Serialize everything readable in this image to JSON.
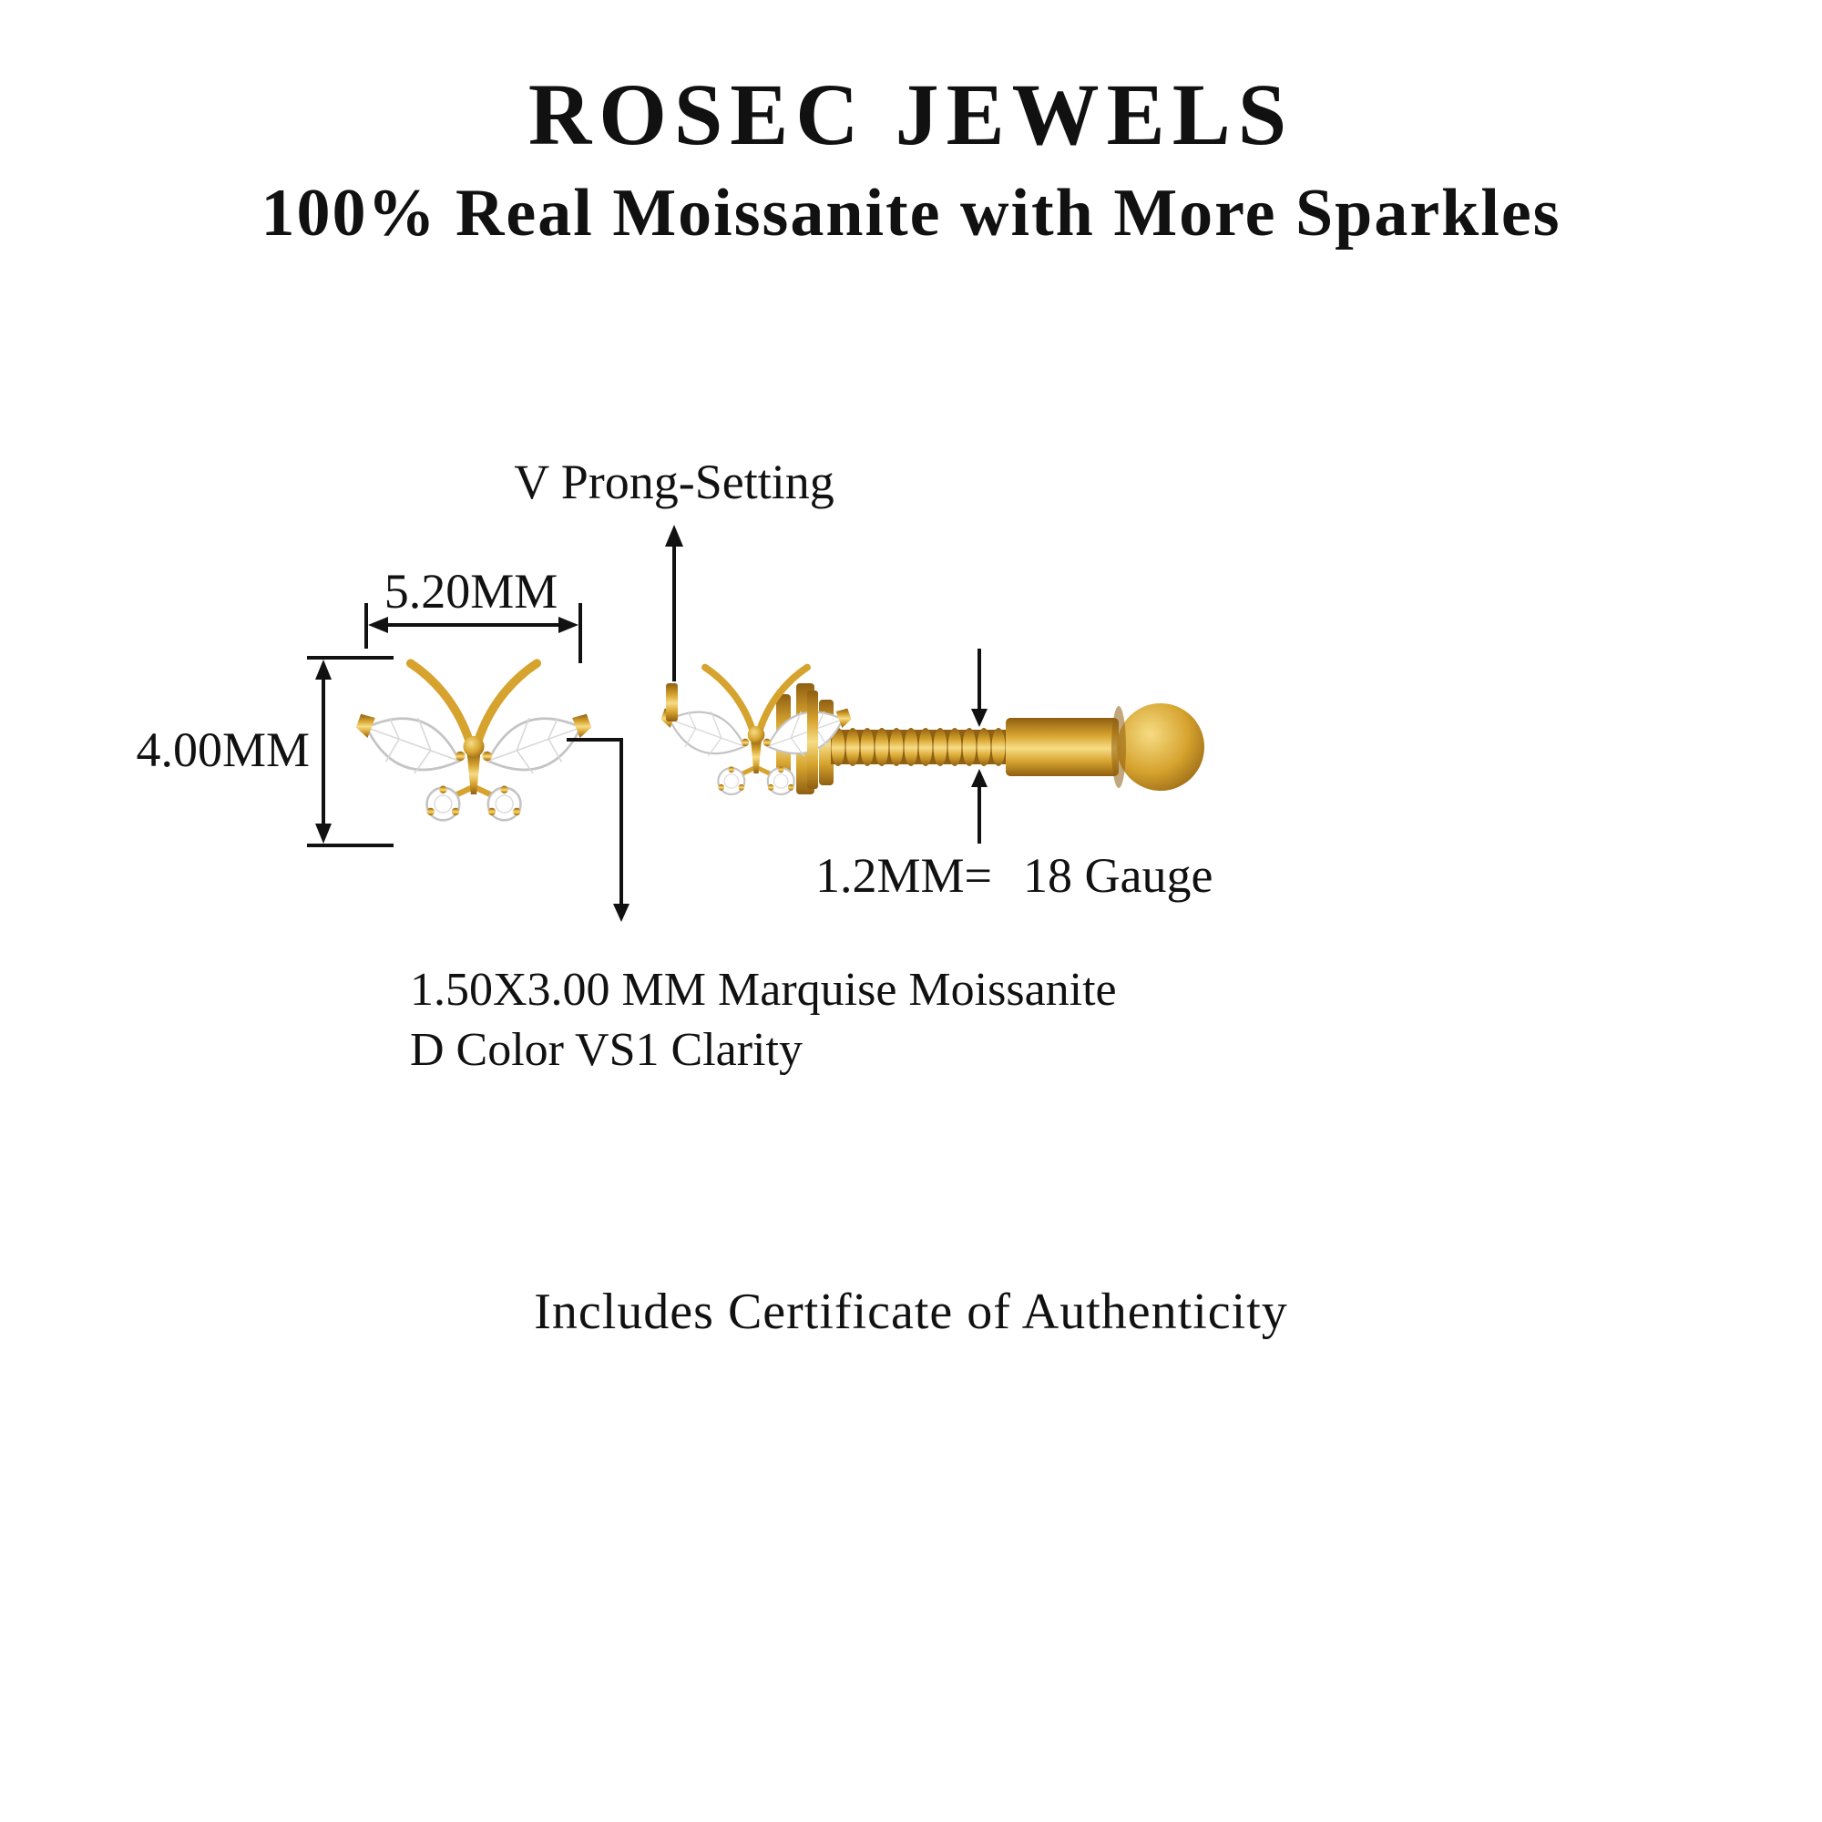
{
  "header": {
    "brand": "ROSEC JEWELS",
    "tagline": "100% Real Moissanite with More Sparkles"
  },
  "diagram": {
    "prong_label": "V Prong-Setting",
    "width_dimension": "5.20MM",
    "height_dimension": "4.00MM",
    "gauge_prefix": "1.2MM=",
    "gauge_value": "18 Gauge",
    "stone_spec_line1": "1.50X3.00 MM Marquise Moissanite",
    "stone_spec_line2": "D Color VS1 Clarity"
  },
  "footer": {
    "certificate_note": "Includes Certificate of Authenticity"
  },
  "colors": {
    "background": "#ffffff",
    "text": "#111111",
    "gold": "#D6A32E",
    "gold_light": "#F6DC85",
    "gold_dark": "#8F5F12",
    "stone": "#ffffff",
    "stone_outline": "#c4c4c4"
  }
}
